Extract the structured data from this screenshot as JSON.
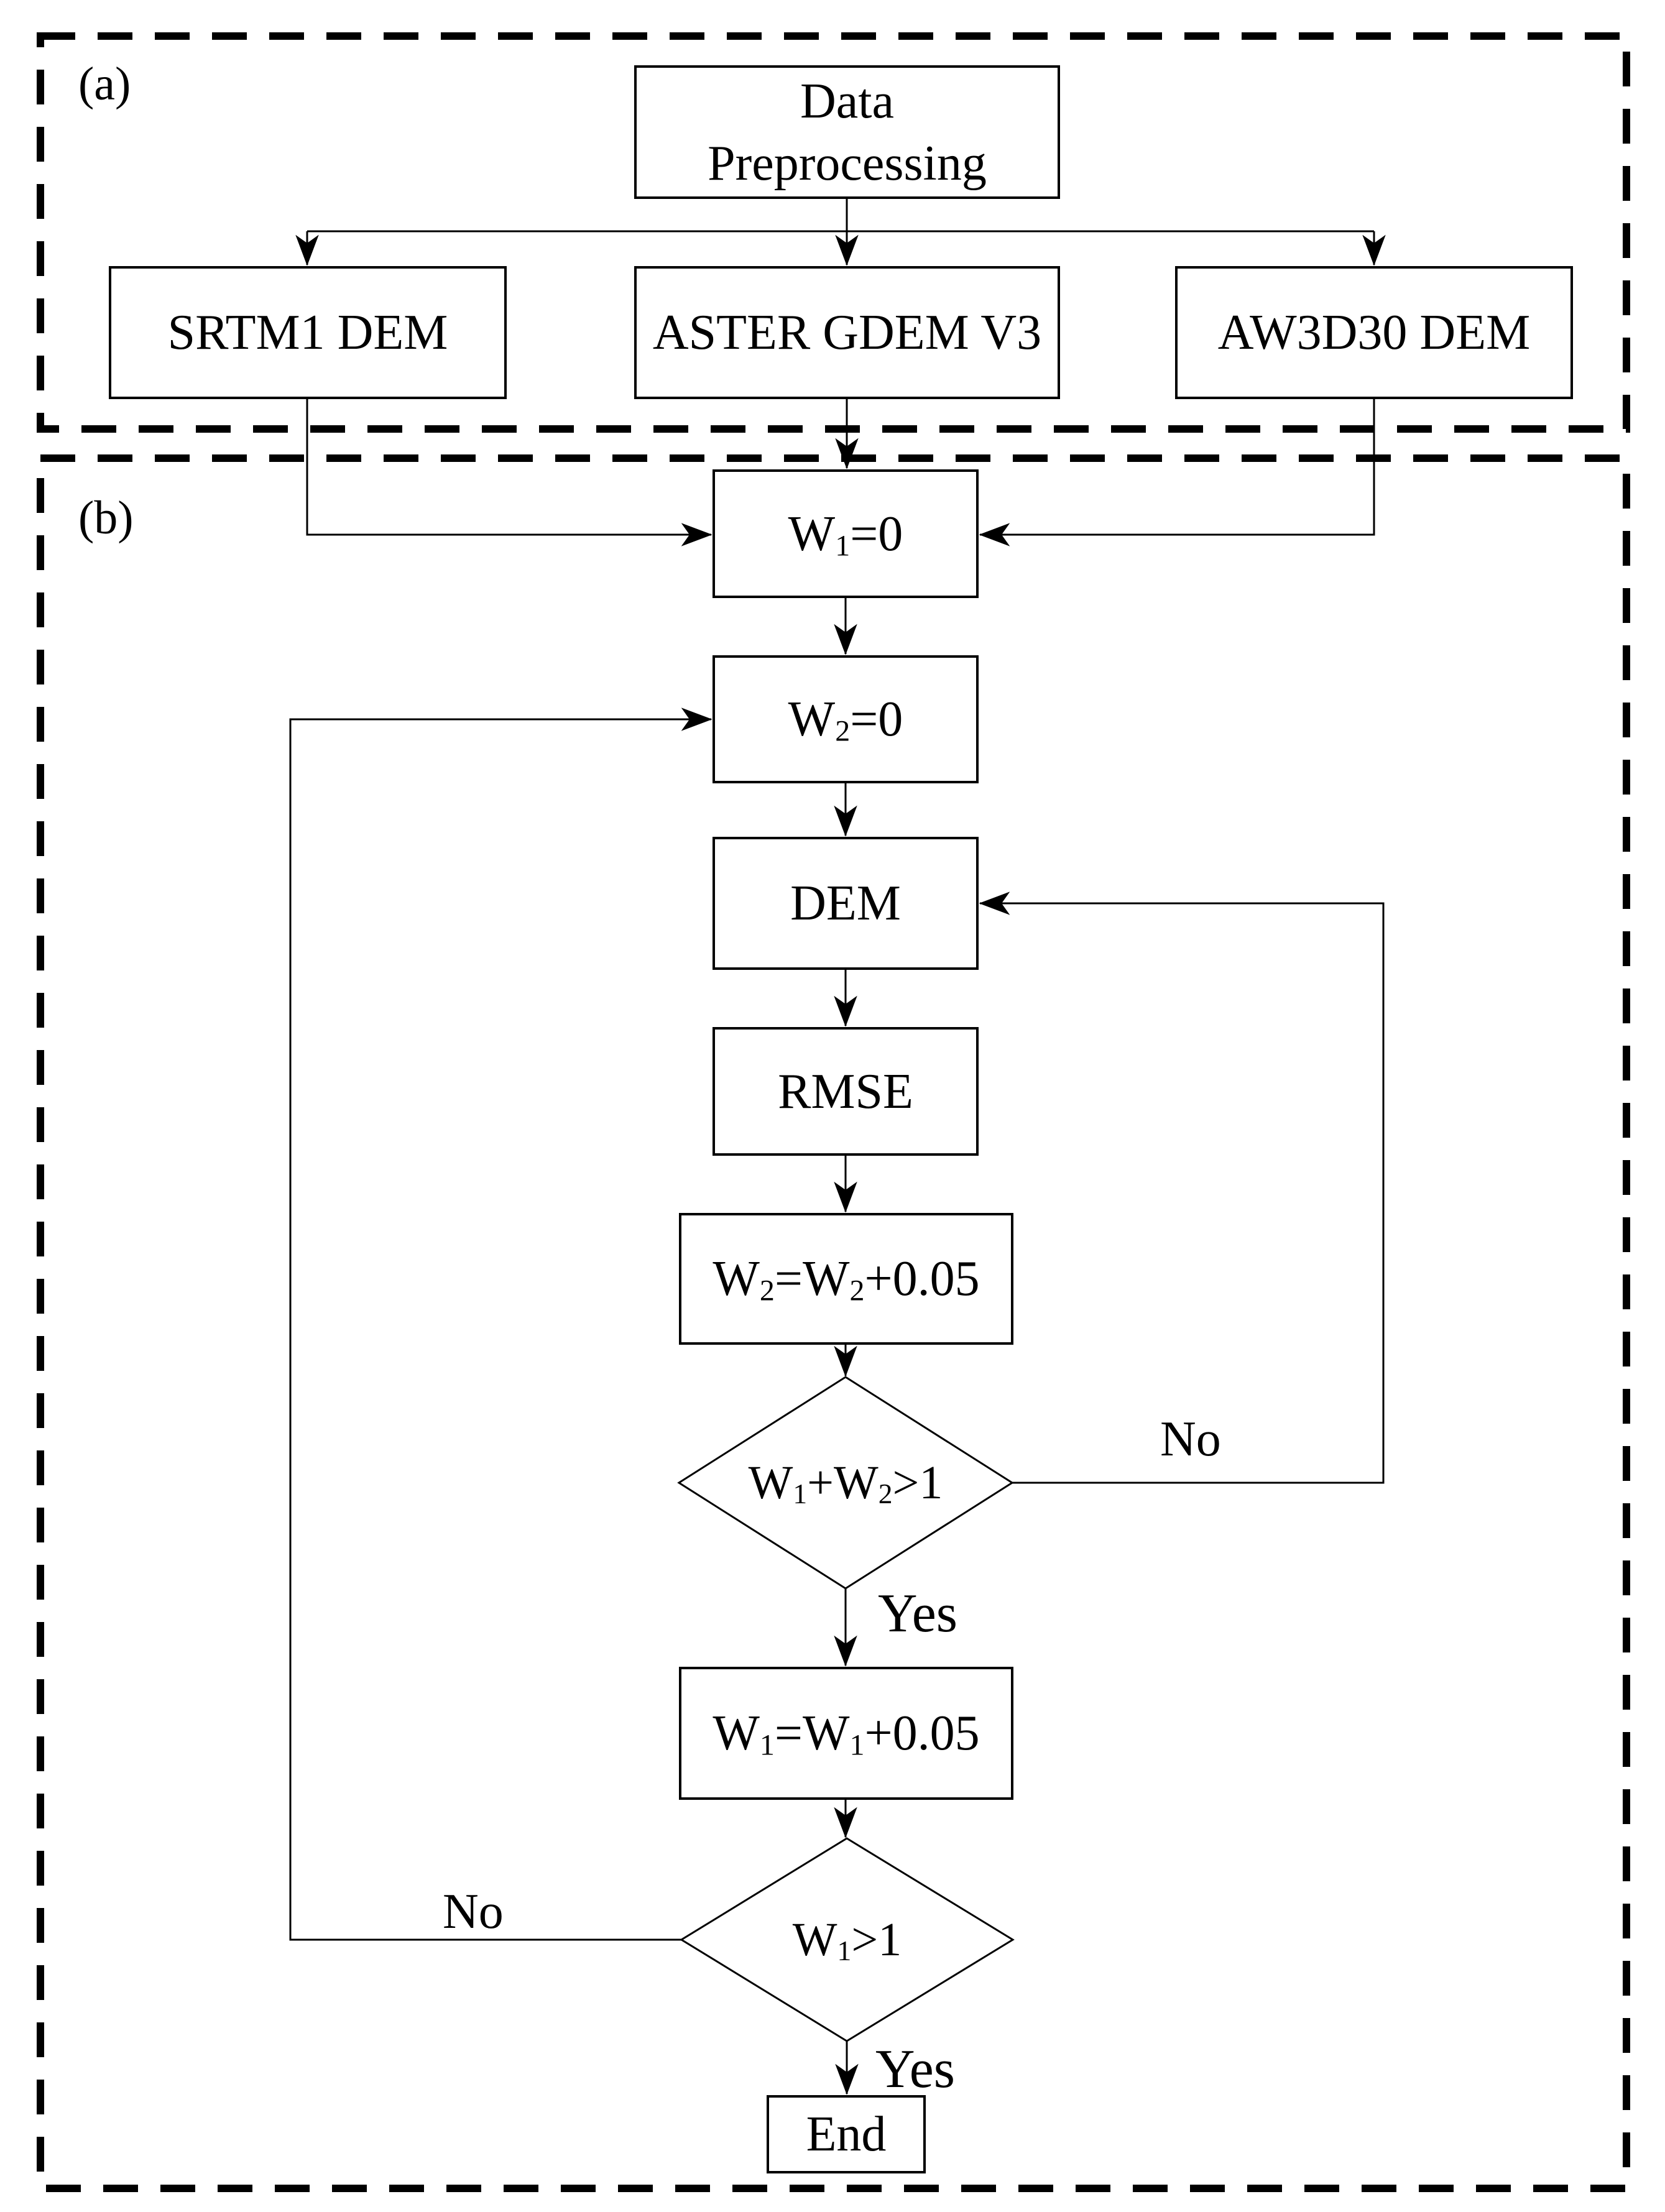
{
  "figure": {
    "background": "#ffffff",
    "line_color": "#000000"
  },
  "panels": {
    "a": {
      "label": "(a)"
    },
    "b": {
      "label": "(b)"
    }
  },
  "nodes": {
    "data_preprocessing": {
      "label": "Data\nPreprocessing"
    },
    "srtm1": {
      "label": "SRTM1 DEM"
    },
    "aster": {
      "label": "ASTER GDEM V3"
    },
    "aw3d30": {
      "label": "AW3D30 DEM"
    },
    "w1_init": {
      "p0": "W",
      "s0": "1",
      "p1": "=0"
    },
    "w2_init": {
      "p0": "W",
      "s0": "2",
      "p1": "=0"
    },
    "dem": {
      "label": "DEM"
    },
    "rmse": {
      "label": "RMSE"
    },
    "w2_step": {
      "p0": "W",
      "s0": "2",
      "p1": "=W",
      "s1": "2",
      "p2": "+0.05"
    },
    "decision_w1w2": {
      "p0": "W",
      "s0": "1",
      "p1": "+W",
      "s1": "2",
      "p2": ">1"
    },
    "w1_step": {
      "p0": "W",
      "s0": "1",
      "p1": "=W",
      "s1": "1",
      "p2": "+0.05"
    },
    "decision_w1": {
      "p0": "W",
      "s0": "1",
      "p1": ">1"
    },
    "end": {
      "label": "End"
    }
  },
  "edge_labels": {
    "w1w2_no": "No",
    "w1w2_yes": "Yes",
    "w1_no": "No",
    "w1_yes": "Yes"
  }
}
